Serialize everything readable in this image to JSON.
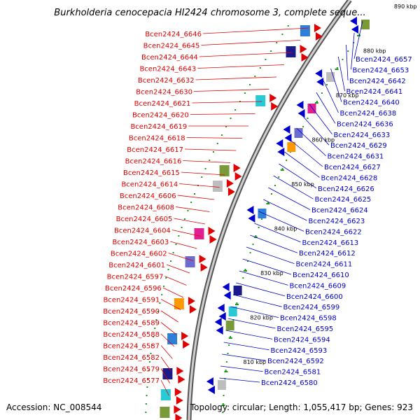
{
  "title": "Burkholderia cenocepacia HI2424 chromosome 3, complete seque...",
  "footer": {
    "accession": "Accession: NC_008544",
    "summary": "Topology: circular; Length: 1,055,417 bp; Genes: 923"
  },
  "colors": {
    "forward": "#e00000",
    "reverse": "#0000cc",
    "backbone": "#888888",
    "ticks": "#1a9a1a"
  },
  "kbp_labels": [
    "890 kbp",
    "880 kbp",
    "870 kbp",
    "860 kbp",
    "850 kbp",
    "840 kbp",
    "830 kbp",
    "820 kbp",
    "810 kbp"
  ],
  "forward_labels": [
    "Bcen2424_6646",
    "Bcen2424_6645",
    "Bcen2424_6644",
    "Bcen2424_6643",
    "Bcen2424_6632",
    "Bcen2424_6630",
    "Bcen2424_6621",
    "Bcen2424_6620",
    "Bcen2424_6619",
    "Bcen2424_6618",
    "Bcen2424_6617",
    "Bcen2424_6616",
    "Bcen2424_6615",
    "Bcen2424_6614",
    "Bcen2424_6606",
    "Bcen2424_6608",
    "Bcen2424_6605",
    "Bcen2424_6604",
    "Bcen2424_6603",
    "Bcen2424_6602",
    "Bcen2424_6601",
    "Bcen2424_6597",
    "Bcen2424_6596",
    "Bcen2424_6591",
    "Bcen2424_6590",
    "Bcen2424_6589",
    "Bcen2424_6588",
    "Bcen2424_6587",
    "Bcen2424_6582",
    "Bcen2424_6579",
    "Bcen2424_6577"
  ],
  "reverse_labels": [
    "Bcen2424_6657",
    "Bcen2424_6653",
    "Bcen2424_6642",
    "Bcen2424_6641",
    "Bcen2424_6640",
    "Bcen2424_6638",
    "Bcen2424_6636",
    "Bcen2424_6633",
    "Bcen2424_6629",
    "Bcen2424_6631",
    "Bcen2424_6627",
    "Bcen2424_6628",
    "Bcen2424_6626",
    "Bcen2424_6625",
    "Bcen2424_6624",
    "Bcen2424_6623",
    "Bcen2424_6622",
    "Bcen2424_6613",
    "Bcen2424_6612",
    "Bcen2424_6611",
    "Bcen2424_6610",
    "Bcen2424_6609",
    "Bcen2424_6600",
    "Bcen2424_6599",
    "Bcen2424_6598",
    "Bcen2424_6595",
    "Bcen2424_6594",
    "Bcen2424_6593",
    "Bcen2424_6592",
    "Bcen2424_6581",
    "Bcen2424_6580"
  ]
}
